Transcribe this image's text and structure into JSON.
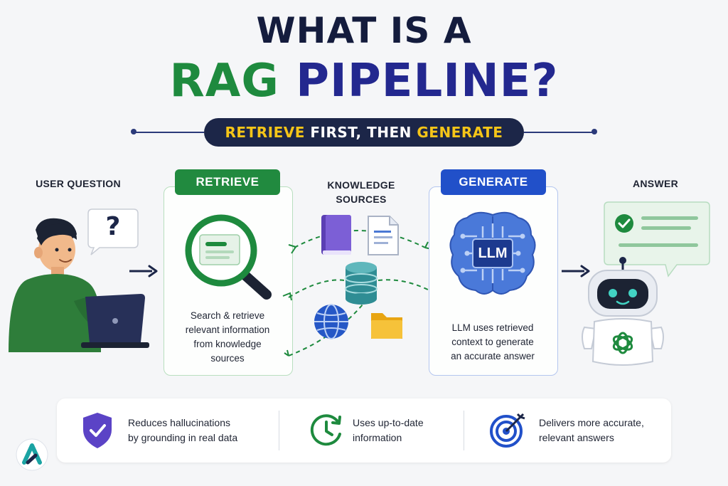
{
  "title": {
    "line1": "WHAT IS A",
    "line2_green": "RAG",
    "line2_blue": "PIPELINE?"
  },
  "subtitle": {
    "part1": "RETRIEVE",
    "part2": " FIRST, THEN ",
    "part3": "GENERATE"
  },
  "user": {
    "label": "USER QUESTION",
    "bubble": "?"
  },
  "retrieve": {
    "pill": "RETRIEVE",
    "lines": [
      "Search & retrieve",
      "relevant information",
      "from knowledge",
      "sources"
    ]
  },
  "knowledge": {
    "label_line1": "KNOWLEDGE",
    "label_line2": "SOURCES"
  },
  "generate": {
    "pill": "GENERATE",
    "chip": "LLM",
    "lines": [
      "LLM uses retrieved",
      "context to generate",
      "an accurate answer"
    ]
  },
  "answer": {
    "label": "ANSWER"
  },
  "benefits": [
    {
      "icon": "shield-check-icon",
      "lines": [
        "Reduces hallucinations",
        "by grounding in real data"
      ]
    },
    {
      "icon": "clock-icon",
      "lines": [
        "Uses up-to-date",
        "information"
      ]
    },
    {
      "icon": "target-icon",
      "lines": [
        "Delivers more accurate,",
        "relevant answers"
      ]
    }
  ],
  "colors": {
    "green": "#218a3f",
    "blue": "#2150c9",
    "navy": "#1c2648",
    "yellow": "#f5c518"
  }
}
